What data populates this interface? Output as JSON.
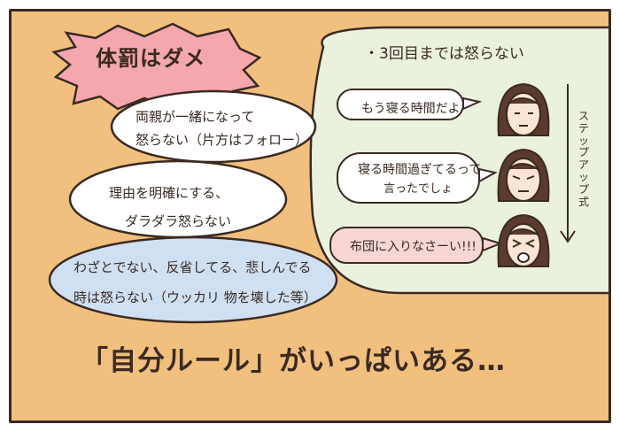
{
  "left": {
    "title": "体罰はダメ",
    "bubble1_line1": "両親が一緒になって",
    "bubble1_line2": "怒らない（片方はフォロー）",
    "bubble2_line1": "理由を明確にする、",
    "bubble2_line2": "ダラダラ怒らない",
    "bubble3_line1": "わざとでない、反省してる、悲しんでる",
    "bubble3_line2": "時は怒らない（ウッカリ 物を壊した等）"
  },
  "right": {
    "rule": "・3回目までは怒らない",
    "step1": "もう寝る時間だよ",
    "step2_line1": "寝る時間過ぎてるって",
    "step2_line2": "言ったでしょ",
    "step3": "布団に入りなさーい!!!",
    "step_label": "ステップアップ式"
  },
  "caption": "「自分ルール」がいっぱいある…",
  "colors": {
    "background": "#f2c07e",
    "title_burst": "#f4a7ad",
    "oval": "#eaf2de",
    "blue_bubble": "#cfe0f3",
    "lines": "#3a2a22"
  }
}
